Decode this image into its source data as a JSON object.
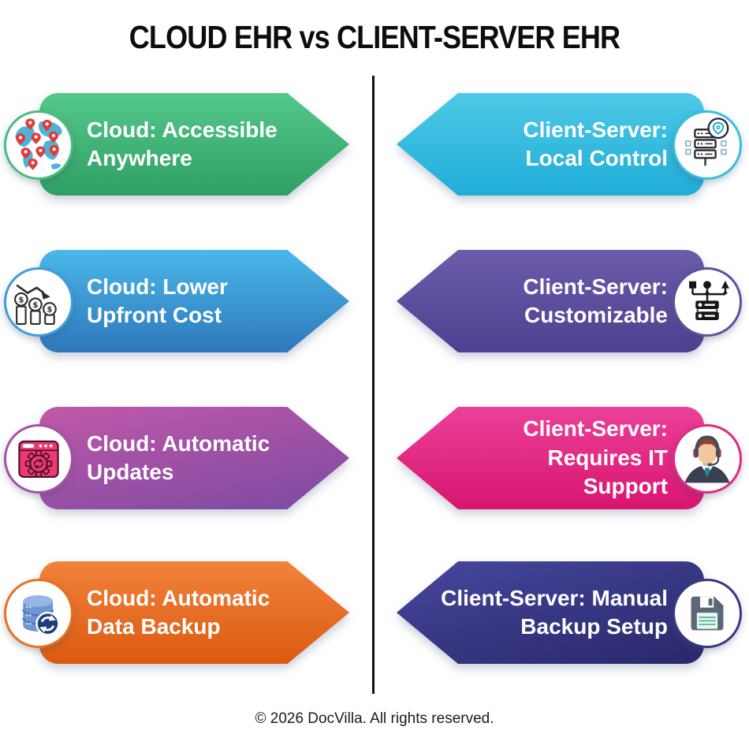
{
  "title": "CLOUD EHR vs CLIENT-SERVER EHR",
  "footer": "© 2026 DocVilla. All rights reserved.",
  "divider_color": "#111111",
  "banners": {
    "left": [
      {
        "label": "Cloud: Accessible\nAnywhere",
        "icon": "globe-pins-icon",
        "color_top": "#55c88c",
        "color_bottom": "#2f9f63"
      },
      {
        "label": "Cloud: Lower\nUpfront Cost",
        "icon": "declining-cost-chart-icon",
        "color_top": "#4ab8e9",
        "color_bottom": "#2e77bb"
      },
      {
        "label": "Cloud: Automatic\nUpdates",
        "icon": "browser-gear-update-icon",
        "color_top": "#c158a9",
        "color_bottom": "#7a4aa2"
      },
      {
        "label": "Cloud: Automatic\nData Backup",
        "icon": "database-sync-icon",
        "color_top": "#f1823a",
        "color_bottom": "#dc5a10"
      }
    ],
    "right": [
      {
        "label": "Client-Server:\nLocal Control",
        "icon": "server-location-icon",
        "color_top": "#4ec9e7",
        "color_bottom": "#1fadd7"
      },
      {
        "label": "Client-Server:\nCustomizable",
        "icon": "server-flowchart-icon",
        "color_top": "#6c5cab",
        "color_bottom": "#4e4090"
      },
      {
        "label": "Client-Server:\nRequires IT\nSupport",
        "icon": "it-support-agent-icon",
        "color_top": "#ec4099",
        "color_bottom": "#d8156f"
      },
      {
        "label": "Client-Server: Manual\nBackup Setup",
        "icon": "floppy-disk-icon",
        "color_top": "#47469d",
        "color_bottom": "#29286a"
      }
    ]
  }
}
